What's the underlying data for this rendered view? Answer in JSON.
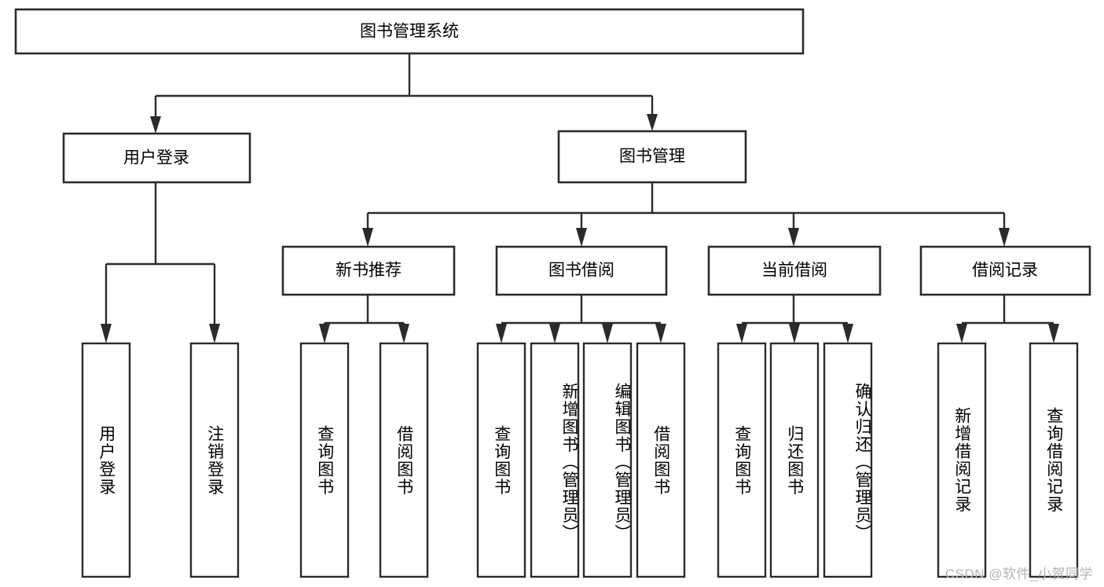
{
  "diagram": {
    "title_node": {
      "label": "图书管理系统"
    },
    "level2": [
      {
        "id": "user-login",
        "label": "用户登录"
      },
      {
        "id": "book-management",
        "label": "图书管理"
      }
    ],
    "level3": [
      {
        "id": "new-book-recommend",
        "label": "新书推荐",
        "parent": "book-management"
      },
      {
        "id": "book-borrow",
        "label": "图书借阅",
        "parent": "book-management"
      },
      {
        "id": "current-borrow",
        "label": "当前借阅",
        "parent": "book-management"
      },
      {
        "id": "borrow-record",
        "label": "借阅记录",
        "parent": "book-management"
      }
    ],
    "leaves": [
      {
        "id": "leaf-user-login",
        "label": "用户登录",
        "parent": "user-login"
      },
      {
        "id": "leaf-logout-login",
        "label": "注销登录",
        "parent": "user-login"
      },
      {
        "id": "leaf-query-book-1",
        "label": "查询图书",
        "parent": "new-book-recommend"
      },
      {
        "id": "leaf-borrow-book-1",
        "label": "借阅图书",
        "parent": "new-book-recommend"
      },
      {
        "id": "leaf-query-book-2",
        "label": "查询图书",
        "parent": "book-borrow"
      },
      {
        "id": "leaf-add-book",
        "label": "新增图书（管理员）",
        "parent": "book-borrow"
      },
      {
        "id": "leaf-edit-book",
        "label": "编辑图书（管理员）",
        "parent": "book-borrow"
      },
      {
        "id": "leaf-borrow-book-2",
        "label": "借阅图书",
        "parent": "book-borrow"
      },
      {
        "id": "leaf-query-book-3",
        "label": "查询图书",
        "parent": "current-borrow"
      },
      {
        "id": "leaf-return-book",
        "label": "归还图书",
        "parent": "current-borrow"
      },
      {
        "id": "leaf-confirm-return",
        "label": "确认归还（管理员）",
        "parent": "current-borrow"
      },
      {
        "id": "leaf-add-record",
        "label": "新增借阅记录",
        "parent": "borrow-record"
      },
      {
        "id": "leaf-query-record",
        "label": "查询借阅记录",
        "parent": "borrow-record"
      }
    ],
    "colors": {
      "stroke": "#2b2b2b",
      "fill": "#ffffff",
      "text": "#000000",
      "watermark": "#b4b4b4"
    }
  },
  "watermark": {
    "text": "CSDN @软件_小贺同学"
  }
}
